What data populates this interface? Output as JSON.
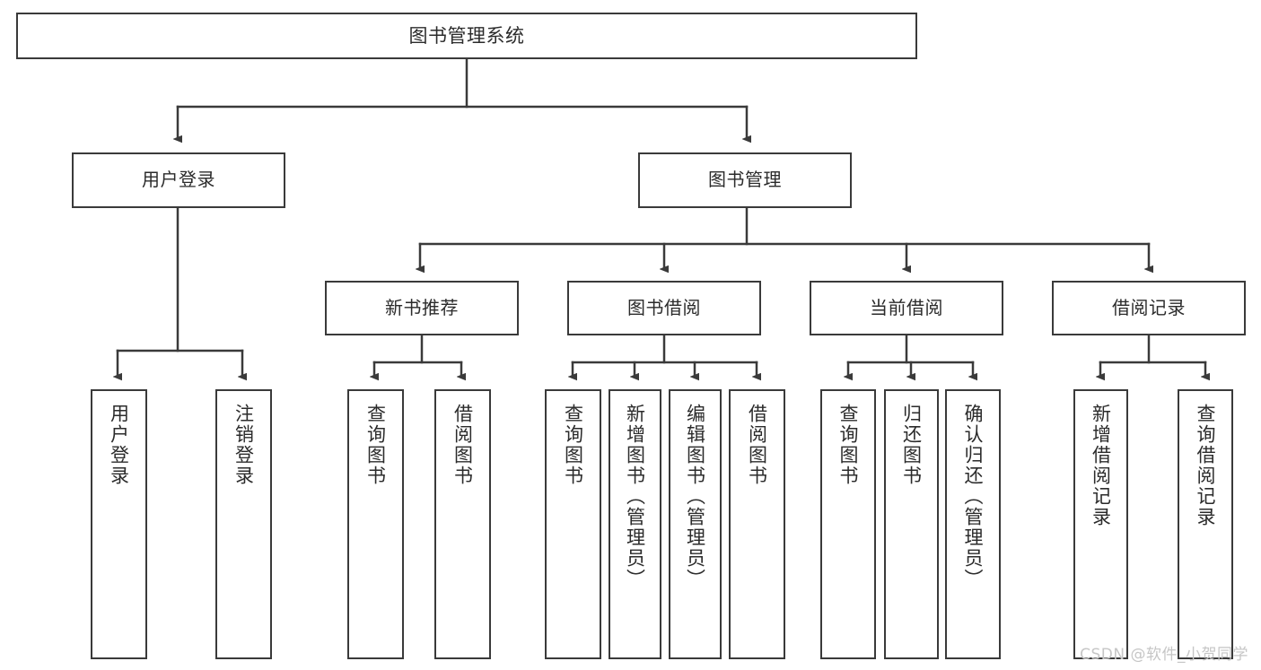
{
  "diagram": {
    "title": "图书管理系统",
    "type": "tree-hierarchy-diagram",
    "root": {
      "label": "图书管理系统"
    },
    "level1": [
      {
        "label": "用户登录"
      },
      {
        "label": "图书管理"
      }
    ],
    "level2": [
      {
        "label": "新书推荐"
      },
      {
        "label": "图书借阅"
      },
      {
        "label": "当前借阅"
      },
      {
        "label": "借阅记录"
      }
    ],
    "leaves": [
      {
        "label": "用户登录",
        "parent": "用户登录"
      },
      {
        "label": "注销登录",
        "parent": "用户登录"
      },
      {
        "label": "查询图书",
        "parent": "新书推荐"
      },
      {
        "label": "借阅图书",
        "parent": "新书推荐"
      },
      {
        "label": "查询图书",
        "parent": "图书借阅"
      },
      {
        "label": "新增图书（管理员）",
        "parent": "图书借阅"
      },
      {
        "label": "编辑图书（管理员）",
        "parent": "图书借阅"
      },
      {
        "label": "借阅图书",
        "parent": "图书借阅"
      },
      {
        "label": "查询图书",
        "parent": "当前借阅"
      },
      {
        "label": "归还图书",
        "parent": "当前借阅"
      },
      {
        "label": "确认归还（管理员）",
        "parent": "当前借阅"
      },
      {
        "label": "新增借阅记录",
        "parent": "借阅记录"
      },
      {
        "label": "查询借阅记录",
        "parent": "借阅记录"
      }
    ]
  },
  "watermark": {
    "text": "CSDN @软件_小贺同学"
  },
  "colors": {
    "stroke": "#3a3a3a",
    "background": "#ffffff",
    "text": "#2b2b2b",
    "watermark": "#c6c6c6"
  }
}
